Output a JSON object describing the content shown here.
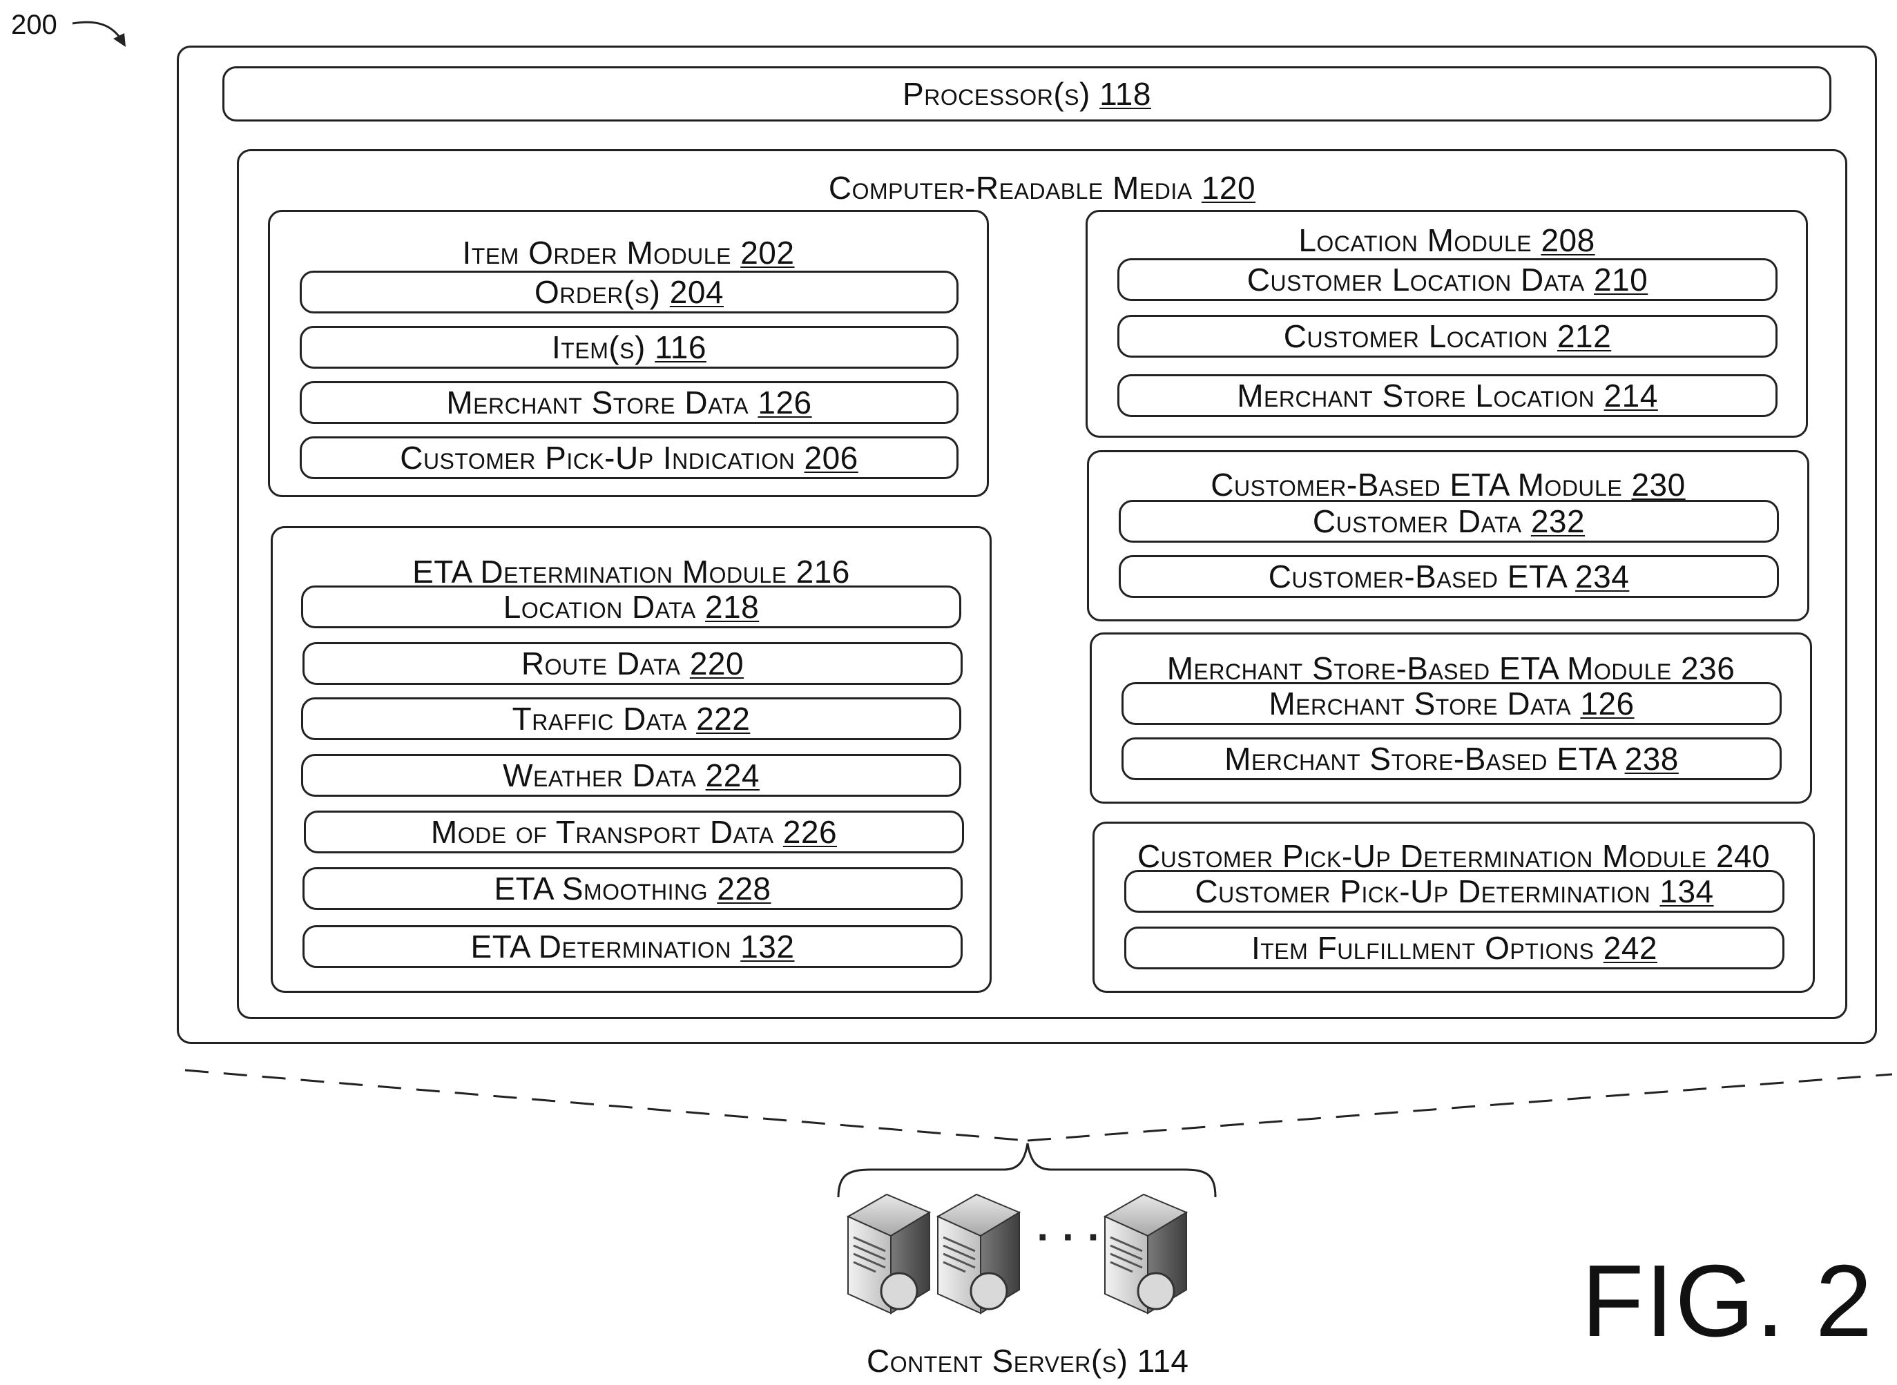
{
  "figure": {
    "ref": "200",
    "label": "FIG. 2"
  },
  "processor": {
    "text": "Processor(s)",
    "num": "118"
  },
  "crm": {
    "text": "Computer-Readable Media",
    "num": "120",
    "item_order": {
      "text": "Item Order Module",
      "num": "202",
      "items": [
        {
          "text": "Order(s)",
          "num": "204"
        },
        {
          "text": "Item(s)",
          "num": "116"
        },
        {
          "text": "Merchant Store Data",
          "num": "126"
        },
        {
          "text": "Customer Pick-Up Indication",
          "num": "206"
        }
      ]
    },
    "eta_determination": {
      "text": "ETA Determination Module",
      "num": "216",
      "items": [
        {
          "text": "Location Data",
          "num": "218"
        },
        {
          "text": "Route Data",
          "num": "220"
        },
        {
          "text": "Traffic Data",
          "num": "222"
        },
        {
          "text": "Weather Data",
          "num": "224"
        },
        {
          "text": "Mode of Transport Data",
          "num": "226"
        },
        {
          "text": "ETA Smoothing",
          "num": "228"
        },
        {
          "text": "ETA Determination",
          "num": "132"
        }
      ]
    },
    "location": {
      "text": "Location Module",
      "num": "208",
      "items": [
        {
          "text": "Customer Location Data",
          "num": "210"
        },
        {
          "text": "Customer Location",
          "num": "212"
        },
        {
          "text": "Merchant Store Location",
          "num": "214"
        }
      ]
    },
    "customer_eta": {
      "text": "Customer-Based ETA Module",
      "num": "230",
      "items": [
        {
          "text": "Customer Data",
          "num": "232"
        },
        {
          "text": "Customer-Based ETA",
          "num": "234"
        }
      ]
    },
    "merchant_eta": {
      "text": "Merchant Store-Based ETA Module",
      "num": "236",
      "items": [
        {
          "text": "Merchant Store Data",
          "num": "126"
        },
        {
          "text": "Merchant Store-Based ETA",
          "num": "238"
        }
      ]
    },
    "pickup": {
      "text": "Customer Pick-Up Determination Module",
      "num": "240",
      "items": [
        {
          "text": "Customer Pick-Up Determination",
          "num": "134"
        },
        {
          "text": "Item Fulfillment Options",
          "num": "242"
        }
      ]
    }
  },
  "servers": {
    "text": "Content Server(s)",
    "num": "114",
    "ellipsis": "· · ·"
  }
}
